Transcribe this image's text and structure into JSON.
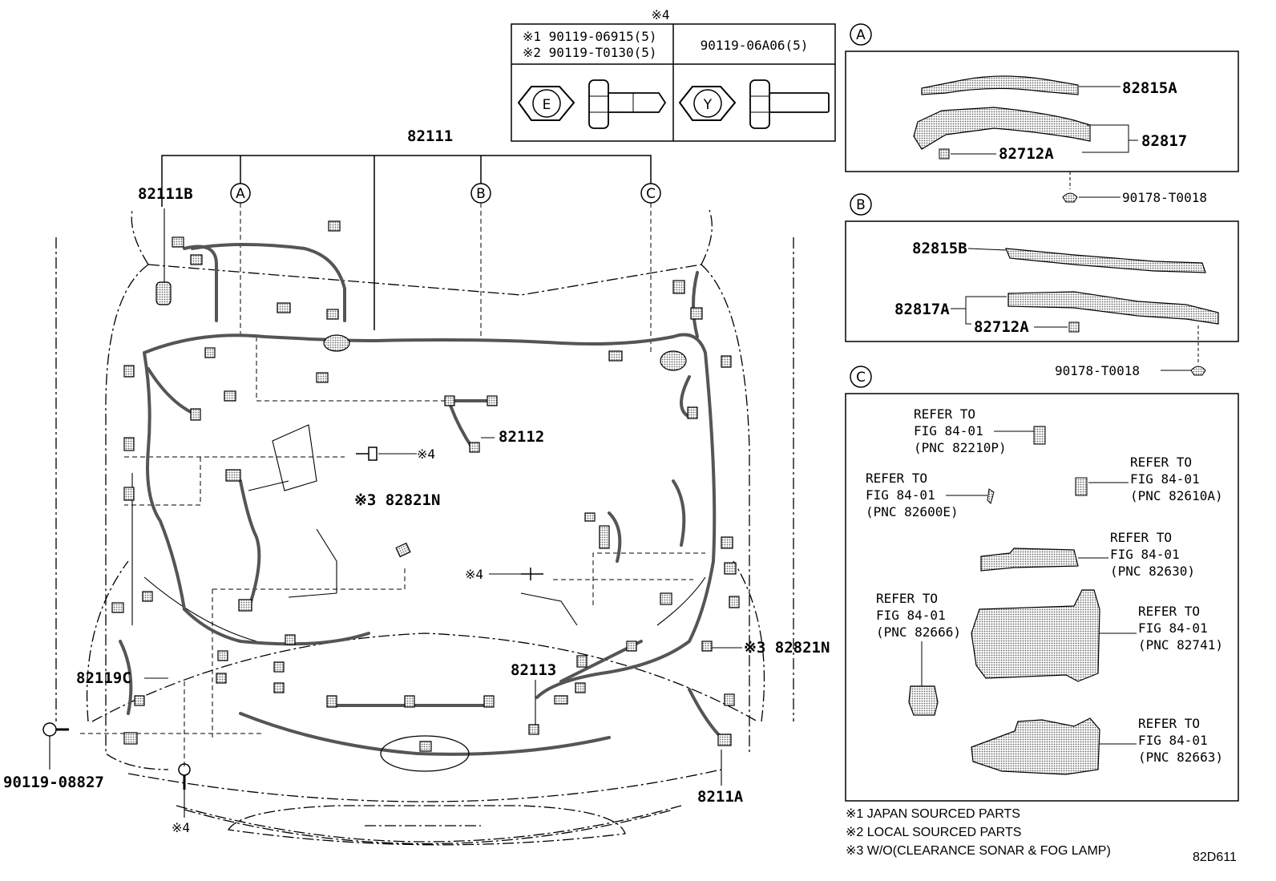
{
  "header": {
    "ref_note": "※4",
    "spec_left_1": "※1 90119-06915(5)",
    "spec_left_2": "※2 90119-T0130(5)",
    "spec_right": "90119-06A06(5)",
    "bolt_e_mark": "E",
    "bolt_y_mark": "Y"
  },
  "main": {
    "harness_label": "82111",
    "callouts": [
      "A",
      "B",
      "C"
    ],
    "label_82111b": "82111B",
    "label_82112": "82112",
    "label_82821n_a": "※3 82821N",
    "label_82821n_b": "※3 82821N",
    "label_note4_a": "※4",
    "label_note4_b": "※4",
    "label_note4_c": "※4",
    "label_82119c": "82119C",
    "label_82113": "82113",
    "label_bolt": "90119-08827",
    "label_8211a": "8211A"
  },
  "panel_a": {
    "tag": "A",
    "p1": "82815A",
    "p2": "82817",
    "p3": "82712A",
    "clip": "90178-T0018"
  },
  "panel_b": {
    "tag": "B",
    "p1": "82815B",
    "p2": "82817A",
    "p3": "82712A",
    "clip": "90178-T0018"
  },
  "panel_c": {
    "tag": "C",
    "refs": [
      {
        "l1": "REFER TO",
        "l2": "FIG 84-01",
        "l3": "(PNC 82210P)"
      },
      {
        "l1": "REFER TO",
        "l2": "FIG 84-01",
        "l3": "(PNC 82600E)"
      },
      {
        "l1": "REFER TO",
        "l2": "FIG 84-01",
        "l3": "(PNC 82610A)"
      },
      {
        "l1": "REFER TO",
        "l2": "FIG 84-01",
        "l3": "(PNC 82630)"
      },
      {
        "l1": "REFER TO",
        "l2": "FIG 84-01",
        "l3": "(PNC 82666)"
      },
      {
        "l1": "REFER TO",
        "l2": "FIG 84-01",
        "l3": "(PNC 82741)"
      },
      {
        "l1": "REFER TO",
        "l2": "FIG 84-01",
        "l3": "(PNC 82663)"
      }
    ]
  },
  "footnotes": {
    "n1": "※1 JAPAN SOURCED PARTS",
    "n2": "※2 LOCAL SOURCED PARTS",
    "n3": "※3 W/O(CLEARANCE SONAR & FOG LAMP)"
  },
  "figure_id": "82D611"
}
